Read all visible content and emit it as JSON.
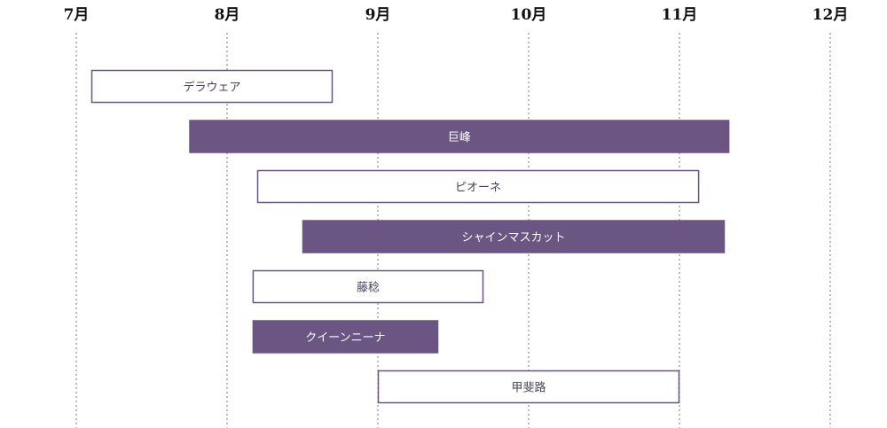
{
  "chart_data": {
    "type": "bar",
    "orientation": "horizontal-range",
    "title": "",
    "xlabel": "",
    "ylabel": "",
    "x_axis": {
      "tick_labels": [
        "7月",
        "8月",
        "9月",
        "10月",
        "11月",
        "12月"
      ],
      "range_months": [
        7,
        12
      ],
      "grid": "dotted vertical lines at each month"
    },
    "series": [
      {
        "category": "デラウェア",
        "start": 7.1,
        "end": 8.7,
        "style": "outline"
      },
      {
        "category": "巨峰",
        "start": 7.75,
        "end": 11.33,
        "style": "filled"
      },
      {
        "category": "ピオーネ",
        "start": 8.2,
        "end": 11.13,
        "style": "outline"
      },
      {
        "category": "シャインマスカット",
        "start": 8.5,
        "end": 11.3,
        "style": "filled"
      },
      {
        "category": "藤稔",
        "start": 8.17,
        "end": 9.7,
        "style": "outline"
      },
      {
        "category": "クイーンニーナ",
        "start": 8.17,
        "end": 9.4,
        "style": "filled"
      },
      {
        "category": "甲斐路",
        "start": 9.0,
        "end": 11.0,
        "style": "outline"
      }
    ],
    "colors": {
      "bar_fill": "#6a5583",
      "bar_outline": "#6a5583",
      "outline_fill": "#ffffff",
      "label_on_filled": "#ffffff",
      "label_on_outline": "#4a3f5c",
      "axis_text": "#111111",
      "grid": "#777777"
    }
  }
}
